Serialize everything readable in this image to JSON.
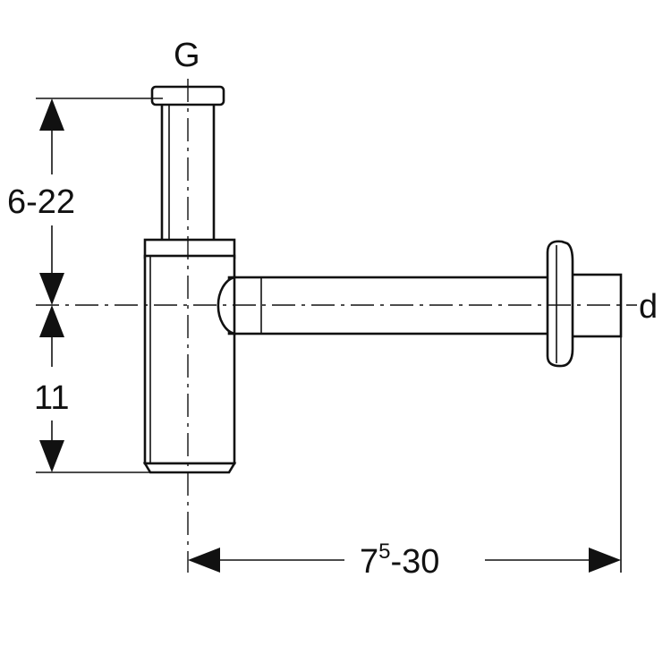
{
  "labels": {
    "top_connection": "G",
    "outlet_diameter": "d",
    "upper_height": "6-22",
    "lower_height": "11",
    "reach_base": "7",
    "reach_superscript": "5",
    "reach_rest": "-30"
  },
  "colors": {
    "line": "#111111",
    "background": "#ffffff"
  }
}
